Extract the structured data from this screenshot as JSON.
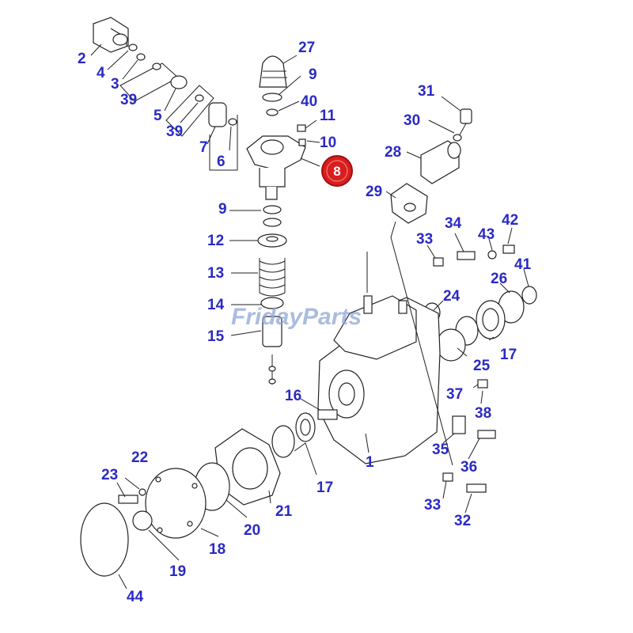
{
  "watermark": "FridayParts",
  "highlighted_part": "8",
  "highlight_color": "#d81e1e",
  "callout_color": "#2a2ac4",
  "callouts": [
    "2",
    "4",
    "3",
    "39",
    "5",
    "39",
    "7",
    "6",
    "27",
    "9",
    "40",
    "11",
    "10",
    "9",
    "12",
    "13",
    "14",
    "15",
    "31",
    "30",
    "28",
    "29",
    "34",
    "42",
    "33",
    "43",
    "41",
    "26",
    "24",
    "17",
    "25",
    "37",
    "38",
    "16",
    "35",
    "36",
    "17",
    "33",
    "32",
    "22",
    "23",
    "21",
    "20",
    "18",
    "19",
    "44",
    "1"
  ]
}
